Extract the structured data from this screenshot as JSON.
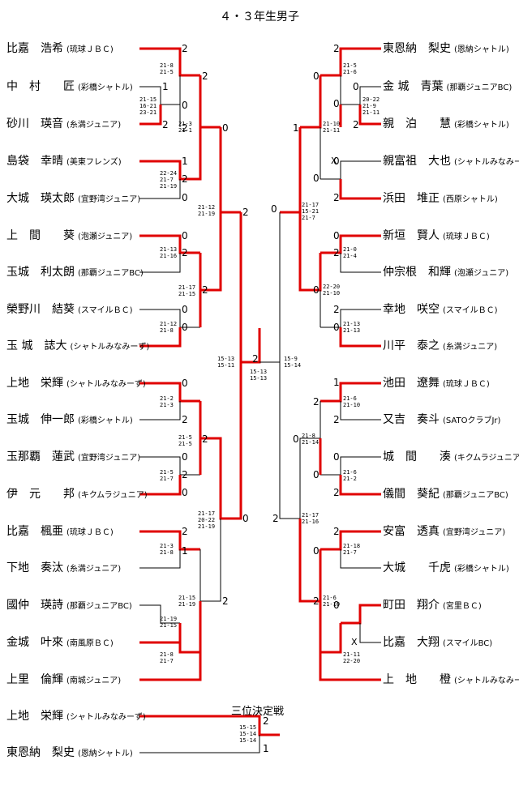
{
  "title": "４・３年生男子",
  "third_place_label": "三位決定戦",
  "left_players": [
    {
      "name": "比嘉　浩希",
      "team": "(琉球ＪＢＣ)"
    },
    {
      "name": "中　村　　匠",
      "team": "(彩橋シャトル)"
    },
    {
      "name": "砂川　瑛音",
      "team": "(糸満ジュニア)"
    },
    {
      "name": "島袋　幸晴",
      "team": "(美東フレンズ)"
    },
    {
      "name": "大城　瑛太郎",
      "team": "(宜野湾ジュニア)"
    },
    {
      "name": "上　間　　葵",
      "team": "(泡瀬ジュニア)"
    },
    {
      "name": "玉城　利太朗",
      "team": "(那覇ジュニアBC)"
    },
    {
      "name": "榮野川　結葵",
      "team": "(スマイルＢＣ)"
    },
    {
      "name": "玉 城　誌大",
      "team": "(シャトルみなみーず)"
    },
    {
      "name": "上地　栄輝",
      "team": "(シャトルみなみーず)"
    },
    {
      "name": "玉城　伸一郎",
      "team": "(彩橋シャトル)"
    },
    {
      "name": "玉那覇　蓮武",
      "team": "(宜野湾ジュニア)"
    },
    {
      "name": "伊　元　　邦",
      "team": "(キクムラジュニア)"
    },
    {
      "name": "比嘉　楓亜",
      "team": "(琉球ＪＢＣ)"
    },
    {
      "name": "下地　奏汰",
      "team": "(糸満ジュニア)"
    },
    {
      "name": "國仲　瑛詩",
      "team": "(那覇ジュニアBC)"
    },
    {
      "name": "金城　叶來",
      "team": "(南風原ＢＣ)"
    },
    {
      "name": "上里　倫輝",
      "team": "(南城ジュニア)"
    }
  ],
  "right_players": [
    {
      "name": "東恩納　梨史",
      "team": "(恩納シャトル)"
    },
    {
      "name": "金 城　青葉",
      "team": "(那覇ジュニアBC)"
    },
    {
      "name": "親　泊　　慧",
      "team": "(彩橋シャトル)"
    },
    {
      "name": "親富祖　大也",
      "team": "(シャトルみなみーず)"
    },
    {
      "name": "浜田　堆正",
      "team": "(西原シャトル)"
    },
    {
      "name": "新垣　賢人",
      "team": "(琉球ＪＢＣ)"
    },
    {
      "name": "仲宗根　和輝",
      "team": "(泡瀬ジュニア)"
    },
    {
      "name": "幸地　咲空",
      "team": "(スマイルＢＣ)"
    },
    {
      "name": "川平　泰之",
      "team": "(糸満ジュニア)"
    },
    {
      "name": "池田　遼舞",
      "team": "(琉球ＪＢＣ)"
    },
    {
      "name": "又吉　奏斗",
      "team": "(SATOクラブJr)"
    },
    {
      "name": "城　間　　湊",
      "team": "(キクムラジュニア)"
    },
    {
      "name": "儀間　葵紀",
      "team": "(那覇ジュニアBC)"
    },
    {
      "name": "安富　透真",
      "team": "(宜野湾ジュニア)"
    },
    {
      "name": "大城　　千虎",
      "team": "(彩橋シャトル)"
    },
    {
      "name": "町田　翔介",
      "team": "(宮里ＢＣ)"
    },
    {
      "name": "比嘉　大翔",
      "team": "(スマイルBC)"
    },
    {
      "name": "上　地　　橙",
      "team": "(シャトルみなみーず)"
    }
  ],
  "third_place_players": [
    {
      "name": "上地　栄輝",
      "team": "(シャトルみなみーず)"
    },
    {
      "name": "東恩納　梨史",
      "team": "(恩納シャトル)"
    }
  ],
  "set_scores": [
    "21-8\n21-5",
    "21-15\n16-21\n23-21",
    "21-3\n21-1",
    "22-24\n21-7\n21-19",
    "21-13\n21-16",
    "21-17\n21-15",
    "21-12\n21-8",
    "21-12\n21-19",
    "21-2\n21-3",
    "21-5\n21-5",
    "21-5\n21-7",
    "21-17\n20-22\n21-19",
    "21-3\n21-8",
    "21-19\n21-15",
    "21-15\n21-19",
    "21-8\n21-7",
    "15-13\n15-11",
    "15-13\n15-13",
    "15-9\n15-14",
    "21-5\n21-6",
    "20-22\n21-9\n21-11",
    "21-10\n21-11",
    "21-17\n15-21\n21-7",
    "21-0\n21-4",
    "22-20\n21-10",
    "21-13\n21-13",
    "21-6\n21-10",
    "21-8\n21-14",
    "21-6\n21-2",
    "21-17\n21-16",
    "21-18\n21-7",
    "21-6\n21-10",
    "21-11\n22-20",
    "15-15\n15-14\n15-14"
  ],
  "game_scores": [
    "2",
    "0",
    "1",
    "2",
    "2",
    "2",
    "0",
    "1",
    "2",
    "0",
    "0",
    "2",
    "2",
    "0",
    "0",
    "2",
    "2",
    "0",
    "0",
    "2",
    "2",
    "0",
    "2",
    "0",
    "0",
    "2",
    "2",
    "1",
    "2",
    "0",
    "0",
    "2",
    "0",
    "1",
    "0",
    "2",
    "0",
    "0",
    "2",
    "0",
    "2",
    "0",
    "2",
    "1",
    "2",
    "0",
    "0",
    "2",
    "0",
    "2",
    "0",
    "2",
    "2",
    "0",
    "2",
    "1"
  ],
  "walkover_mark": "X"
}
